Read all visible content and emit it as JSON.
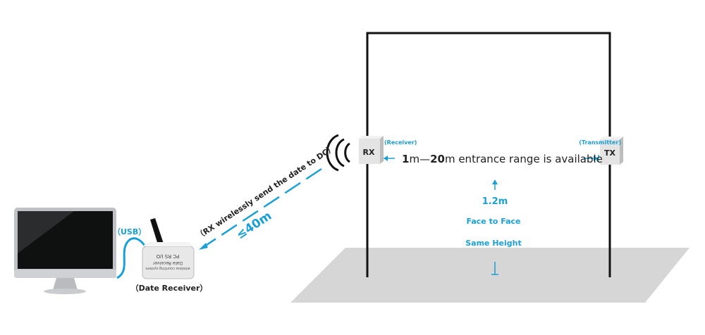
{
  "colors": {
    "accent": "#1a9fd6",
    "text": "#222222",
    "floor": "#d6d6d6",
    "frame": "#111111",
    "device": "#e4e4e4"
  },
  "rx": {
    "label": "RX",
    "sublabel": "(Receiver)"
  },
  "tx": {
    "label": "TX",
    "sublabel": "(Transmitter)"
  },
  "range": {
    "min_value": "1",
    "min_unit": "m",
    "dash": "—",
    "max_value": "20",
    "max_unit": "m",
    "suffix": " entrance range is available"
  },
  "height": {
    "value": "1.2m",
    "line1": "Face to Face",
    "line2": "Same Height"
  },
  "wireless": {
    "caption": "（RX  wirelessly send the date to DC）",
    "distance": "≤40m"
  },
  "usb": {
    "label": "（USB）"
  },
  "receiver": {
    "caption": "（Date Receiver）",
    "panel_text_1": "PC  RS  I/O",
    "panel_text_2": "Date Receiver",
    "panel_text_3": "wireless counting system"
  },
  "icons": [
    "monitor-icon",
    "wifi-signal-icon",
    "antenna-icon"
  ]
}
